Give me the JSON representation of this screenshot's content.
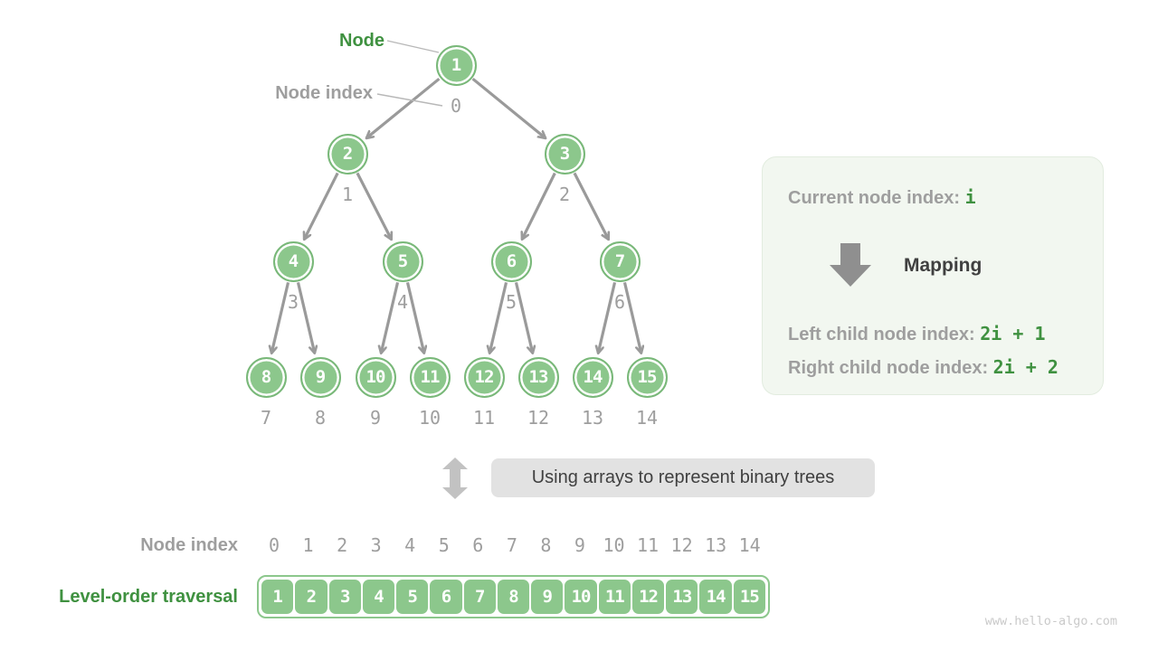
{
  "diagram": {
    "node_label": "Node",
    "node_index_label": "Node index",
    "tree": {
      "node_values": [
        1,
        2,
        3,
        4,
        5,
        6,
        7,
        8,
        9,
        10,
        11,
        12,
        13,
        14,
        15
      ],
      "index_values": [
        0,
        1,
        2,
        3,
        4,
        5,
        6,
        7,
        8,
        9,
        10,
        11,
        12,
        13,
        14
      ]
    },
    "panel": {
      "current_prefix": "Current node index: ",
      "current_code": "i",
      "mapping_label": "Mapping",
      "left_prefix": "Left child node index: ",
      "left_code": "2i + 1",
      "right_prefix": "Right child node index: ",
      "right_code": "2i + 2"
    },
    "caption": "Using arrays to represent binary trees",
    "bottom": {
      "node_index_label": "Node index",
      "indices": [
        0,
        1,
        2,
        3,
        4,
        5,
        6,
        7,
        8,
        9,
        10,
        11,
        12,
        13,
        14
      ],
      "traversal_label": "Level-order traversal",
      "array_values": [
        1,
        2,
        3,
        4,
        5,
        6,
        7,
        8,
        9,
        10,
        11,
        12,
        13,
        14,
        15
      ]
    },
    "watermark": "www.hello-algo.com",
    "colors": {
      "node_fill": "#8cc78c",
      "node_border": "#79b879",
      "edge": "#9a9a9a",
      "gray_text": "#9e9e9e",
      "green_text": "#3f9140",
      "dark_text": "#404040",
      "panel_bg": "#f2f7f0",
      "panel_border": "#e2ecdf",
      "caption_bg": "#e2e2e2",
      "watermark": "#cacaca"
    }
  }
}
